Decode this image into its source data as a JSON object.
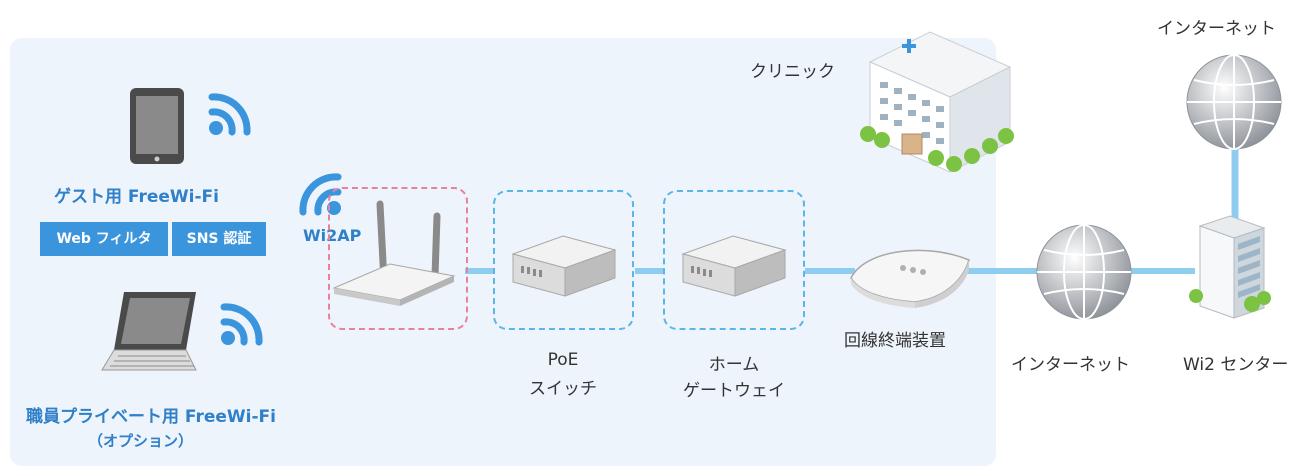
{
  "clinic": {
    "label": "クリニック"
  },
  "guest": {
    "title": "ゲスト用 FreeWi-Fi",
    "tags": [
      "Web フィルタ",
      "SNS 認証"
    ]
  },
  "staff": {
    "title": "職員プライベート用 FreeWi-Fi",
    "subtitle": "（オプション）"
  },
  "ap": {
    "label": "Wi2AP"
  },
  "poe": {
    "label_line1": "PoE",
    "label_line2": "スイッチ"
  },
  "gateway": {
    "label_line1": "ホーム",
    "label_line2": "ゲートウェイ"
  },
  "onu": {
    "label": "回線終端装置"
  },
  "internet_mid": {
    "label": "インターネット"
  },
  "wi2_center": {
    "label": "Wi2 センター"
  },
  "internet_top": {
    "label": "インターネット"
  },
  "colors": {
    "accent": "#3b95dd",
    "panel": "#eef4fb",
    "line": "#8fcdf0",
    "ap_border": "#e6829a",
    "device_border": "#5ab6e6"
  }
}
